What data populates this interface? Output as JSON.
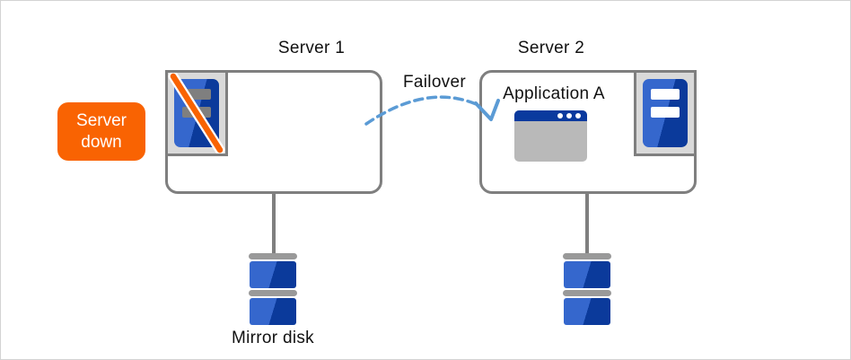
{
  "diagram": {
    "title_context": "failover-cluster-diagram",
    "server1": {
      "label": "Server 1",
      "status": "down"
    },
    "server2": {
      "label": "Server 2",
      "status": "active",
      "application_label": "Application A"
    },
    "failover_label": "Failover",
    "server_down_badge": {
      "line1": "Server",
      "line2": "down"
    },
    "mirror_disk_label": "Mirror disk",
    "icons": {
      "server1_icon": "server-icon-crossed-out",
      "server2_icon": "server-icon",
      "slash": "server-down-slash-icon",
      "application": "app-window-icon",
      "disk_left": "mirror-disk-icon",
      "disk_right": "mirror-disk-icon",
      "arrow": "failover-dashed-arrow-icon"
    },
    "colors": {
      "badge_orange": "#F96302",
      "slash_orange": "#F96302",
      "server_blue_light": "#3567CD",
      "server_blue_dark": "#0B3A9B",
      "app_titlebar_blue": "#0A3A9E",
      "app_body_gray": "#B9B9B9",
      "frame_border_gray": "#7F7F7F",
      "frame_fill_gray": "#D9D9D9",
      "arrow_blue": "#5B9BD5",
      "connector_gray": "#7F7F7F",
      "disk_cap_gray": "#999999",
      "down_stripe_gray": "#7F7F7F",
      "up_stripe_white": "#FFFFFF"
    }
  }
}
